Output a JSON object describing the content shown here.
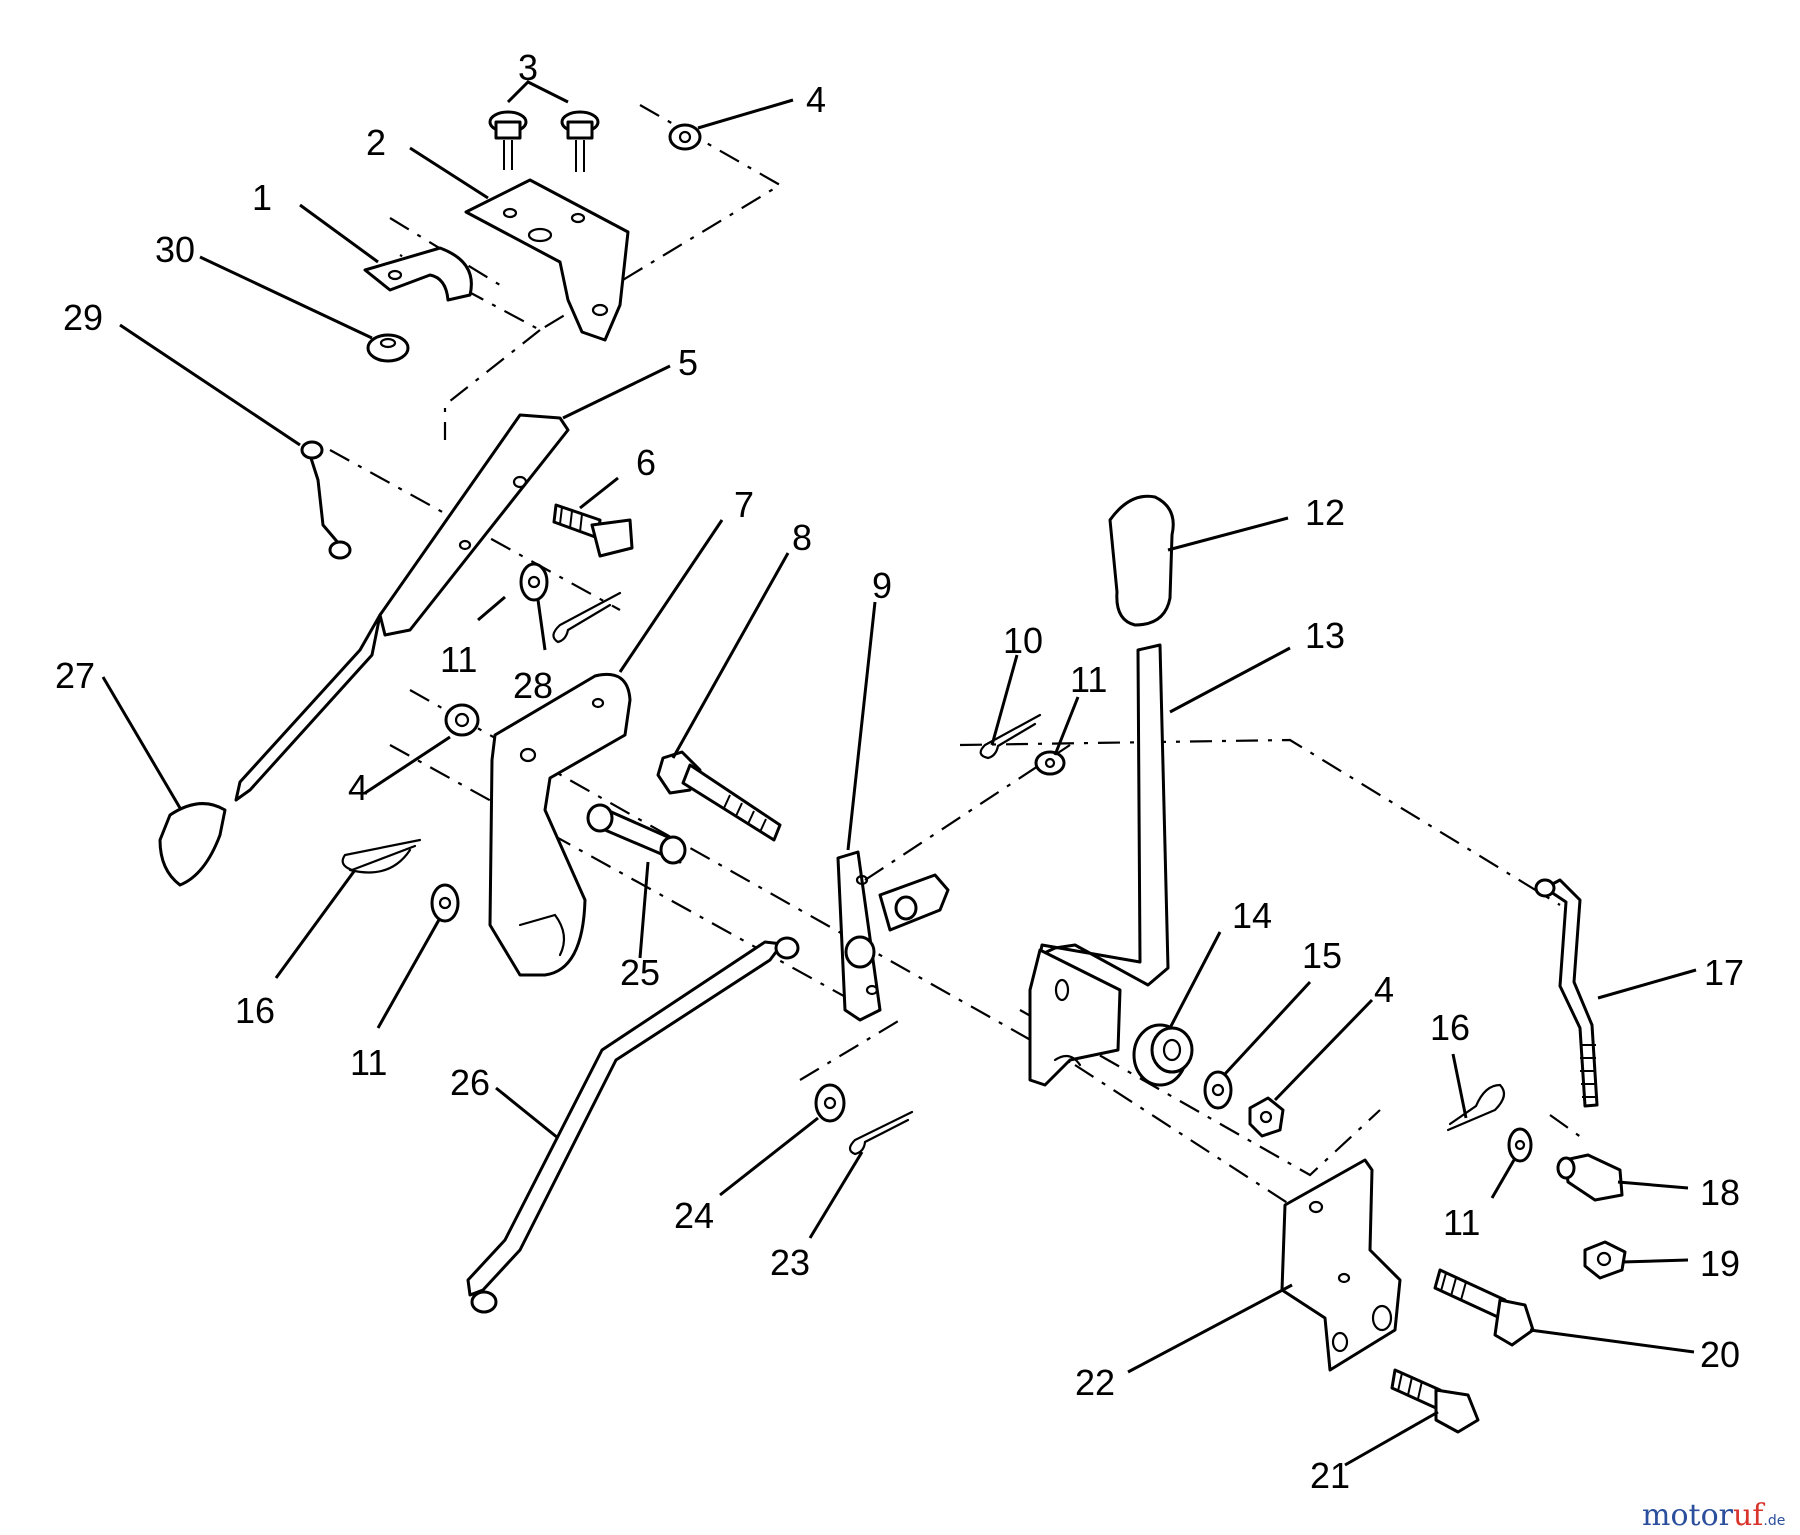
{
  "callouts": {
    "c1": "1",
    "c2": "2",
    "c3": "3",
    "c4a": "4",
    "c4b": "4",
    "c4c": "4",
    "c5": "5",
    "c6": "6",
    "c7": "7",
    "c8": "8",
    "c9": "9",
    "c10": "10",
    "c11a": "11",
    "c11b": "11",
    "c11c": "11",
    "c11d": "11",
    "c12": "12",
    "c13": "13",
    "c14": "14",
    "c15": "15",
    "c16a": "16",
    "c16b": "16",
    "c17": "17",
    "c18": "18",
    "c19": "19",
    "c20": "20",
    "c21": "21",
    "c22": "22",
    "c23": "23",
    "c24": "24",
    "c25": "25",
    "c26": "26",
    "c27": "27",
    "c28": "28",
    "c29": "29",
    "c30": "30"
  },
  "watermark": {
    "part1": "motor",
    "part2": "uf",
    "suffix": ".de"
  },
  "colors": {
    "ink": "#000000",
    "background": "#ffffff",
    "watermark_blue": "#2b4f9c",
    "watermark_red": "#d9342b"
  }
}
